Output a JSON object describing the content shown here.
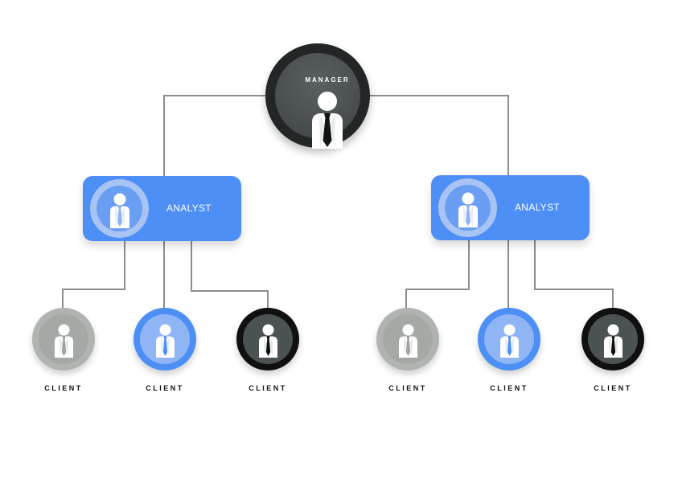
{
  "diagram": {
    "manager": {
      "label": "MANAGER"
    },
    "analysts": [
      {
        "label": "ANALYST"
      },
      {
        "label": "ANALYST"
      }
    ],
    "clients": [
      {
        "label": "CLIENT",
        "tone": "gray"
      },
      {
        "label": "CLIENT",
        "tone": "blue"
      },
      {
        "label": "CLIENT",
        "tone": "dark"
      },
      {
        "label": "CLIENT",
        "tone": "gray"
      },
      {
        "label": "CLIENT",
        "tone": "blue"
      },
      {
        "label": "CLIENT",
        "tone": "dark"
      }
    ],
    "colors": {
      "manager": "#222626",
      "analyst": "#4d8ff5",
      "client_gray": "#b0b4b1",
      "client_blue": "#4d8ff5",
      "client_dark": "#101010",
      "connector": "#8d8d8d"
    },
    "icons": {
      "person": "person-icon"
    }
  }
}
